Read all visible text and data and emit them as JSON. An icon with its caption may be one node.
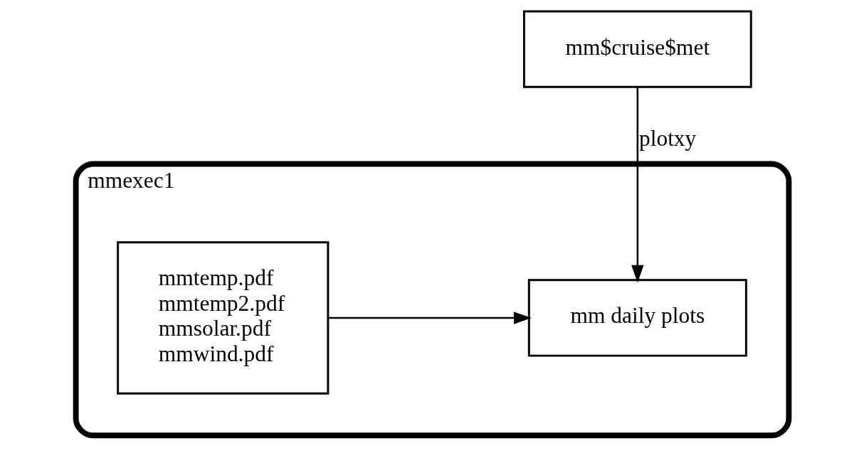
{
  "diagram": {
    "nodes": [
      {
        "text": [
          "mm$cruise$met"
        ]
      },
      {
        "text": [
          "mmexec1"
        ]
      },
      {
        "text": [
          "mm daily plots"
        ],
        "in": 1
      },
      {
        "text": [
          "mmtemp.pdf",
          "mmtemp2.pdf",
          "mmsolar.pdf",
          "mmwind.pdf"
        ],
        "in": 1
      }
    ],
    "edges": [
      {
        "from": 0,
        "to": 2,
        "arrow": "to",
        "label": "plotxy"
      },
      {
        "from": 3,
        "to": 2,
        "arrow": "to"
      }
    ]
  }
}
